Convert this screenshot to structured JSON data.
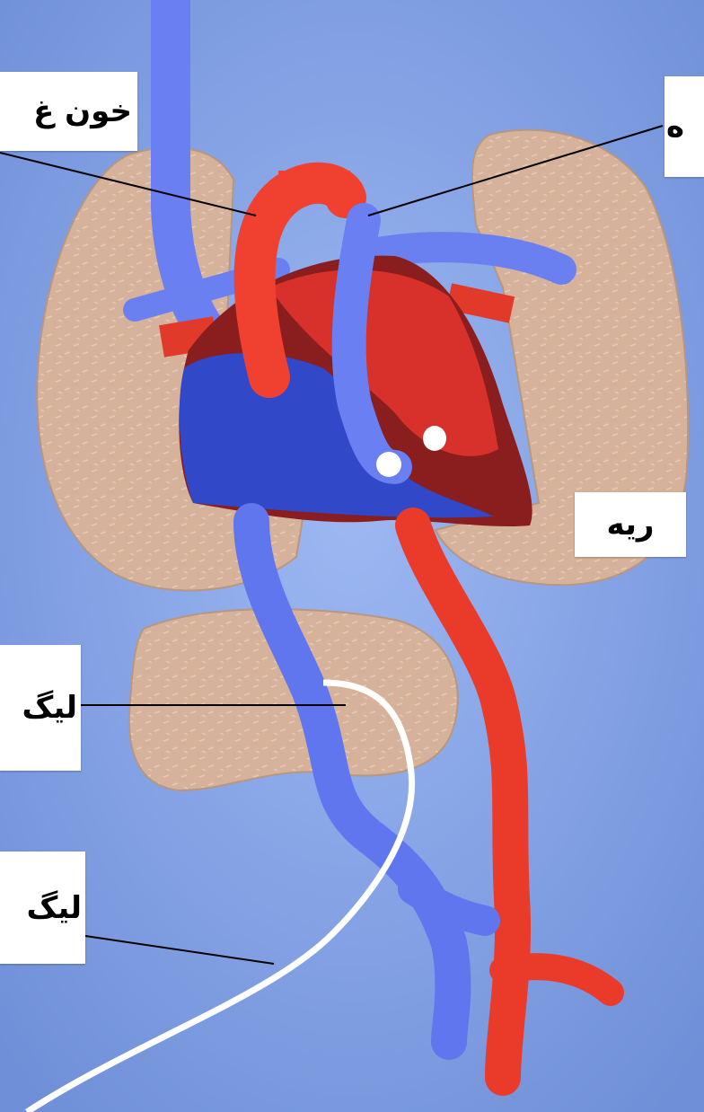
{
  "labels": {
    "top_left": "خون غ",
    "top_right": "ه",
    "lung": "ريه",
    "ligament_1": "ليگ",
    "ligament_2": "ليگ"
  },
  "colors": {
    "background": "#7f9fe0",
    "lung": "#d8b49a",
    "artery": "#e8402c",
    "vein": "#5f74ee",
    "heart_dark": "#8a1f1f",
    "ventricle_blue": "#3147c9"
  }
}
